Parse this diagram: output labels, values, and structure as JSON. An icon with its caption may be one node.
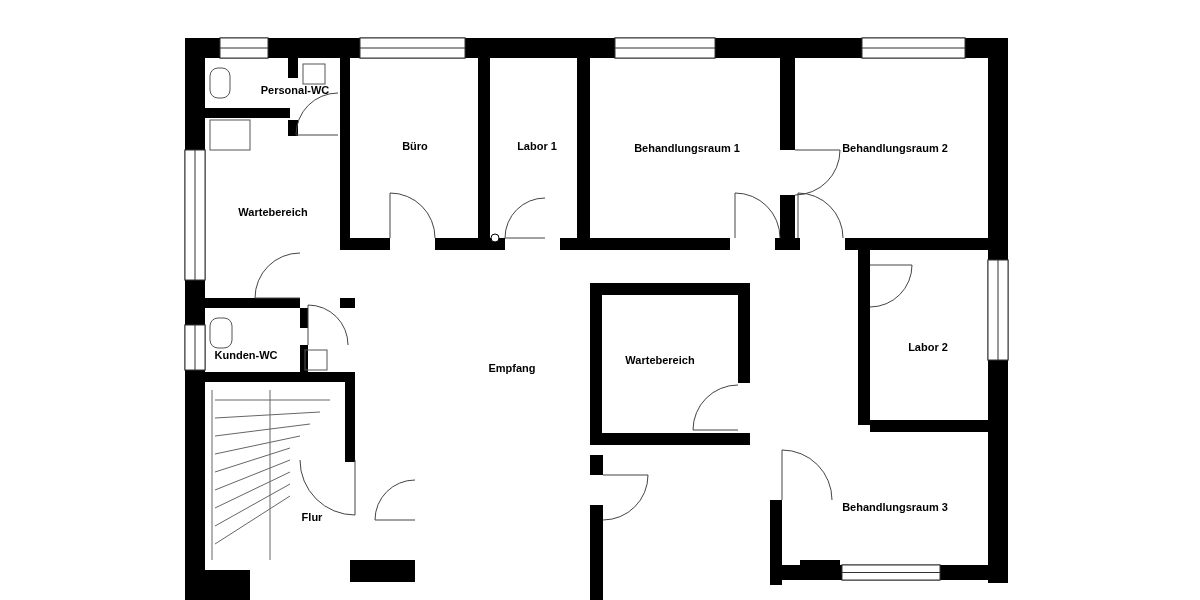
{
  "diagram": {
    "labels": [
      "Personal-WC",
      "Büro",
      "Labor 1",
      "Behandlungsraum 1",
      "Behandlungsraum 2",
      "Wartebereich",
      "Kunden-WC",
      "Empfang",
      "Wartebereich",
      "Labor 2",
      "Behandlungsraum 3",
      "Flur"
    ]
  }
}
